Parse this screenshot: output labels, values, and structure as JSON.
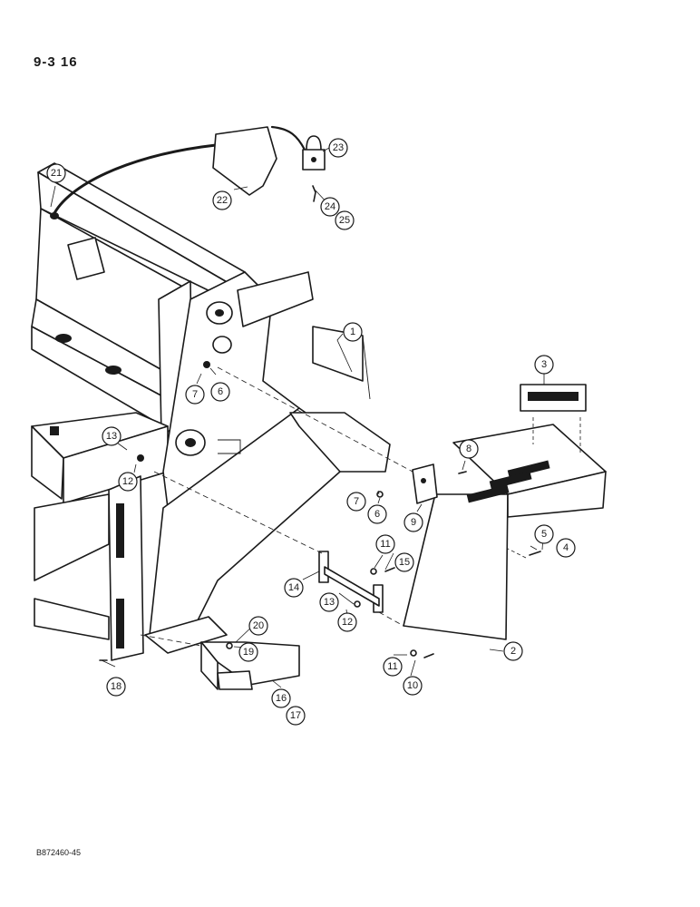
{
  "page_number": "9-3 16",
  "figure_code": "B872460-45",
  "callouts": [
    {
      "id": "c1",
      "label": "1"
    },
    {
      "id": "c2",
      "label": "2"
    },
    {
      "id": "c3",
      "label": "3"
    },
    {
      "id": "c4",
      "label": "4"
    },
    {
      "id": "c5",
      "label": "5"
    },
    {
      "id": "c6a",
      "label": "6"
    },
    {
      "id": "c6b",
      "label": "6"
    },
    {
      "id": "c7a",
      "label": "7"
    },
    {
      "id": "c7b",
      "label": "7"
    },
    {
      "id": "c8",
      "label": "8"
    },
    {
      "id": "c9",
      "label": "9"
    },
    {
      "id": "c10",
      "label": "10"
    },
    {
      "id": "c11a",
      "label": "11"
    },
    {
      "id": "c11b",
      "label": "11"
    },
    {
      "id": "c12a",
      "label": "12"
    },
    {
      "id": "c12b",
      "label": "12"
    },
    {
      "id": "c13a",
      "label": "13"
    },
    {
      "id": "c13b",
      "label": "13"
    },
    {
      "id": "c14",
      "label": "14"
    },
    {
      "id": "c15",
      "label": "15"
    },
    {
      "id": "c16",
      "label": "16"
    },
    {
      "id": "c17",
      "label": "17"
    },
    {
      "id": "c18",
      "label": "18"
    },
    {
      "id": "c19",
      "label": "19"
    },
    {
      "id": "c20",
      "label": "20"
    },
    {
      "id": "c21",
      "label": "21"
    },
    {
      "id": "c22",
      "label": "22"
    },
    {
      "id": "c23",
      "label": "23"
    },
    {
      "id": "c24",
      "label": "24"
    },
    {
      "id": "c25",
      "label": "25"
    }
  ]
}
